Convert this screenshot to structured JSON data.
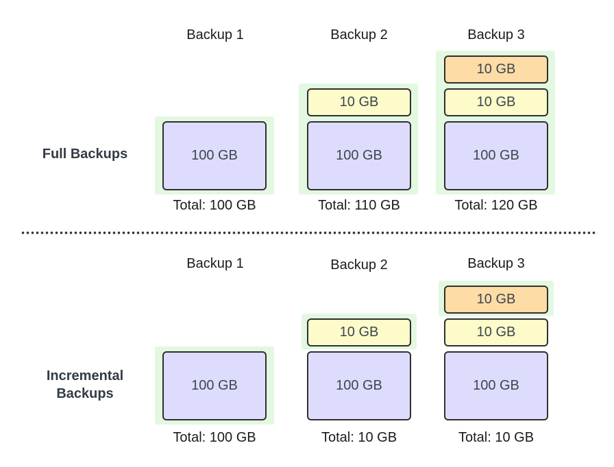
{
  "sections": {
    "full": {
      "label": "Full Backups",
      "backups": [
        {
          "title": "Backup 1",
          "blocks": [
            "100 GB"
          ],
          "total": "Total: 100 GB"
        },
        {
          "title": "Backup 2",
          "blocks": [
            "10 GB",
            "100 GB"
          ],
          "total": "Total: 110 GB"
        },
        {
          "title": "Backup 3",
          "blocks": [
            "10 GB",
            "10 GB",
            "100 GB"
          ],
          "total": "Total: 120 GB"
        }
      ]
    },
    "incremental": {
      "label_line1": "Incremental",
      "label_line2": "Backups",
      "backups": [
        {
          "title": "Backup 1",
          "blocks": [
            "100 GB"
          ],
          "total": "Total: 100 GB"
        },
        {
          "title": "Backup 2",
          "blocks": [
            "10 GB",
            "100 GB"
          ],
          "total": "Total: 10 GB"
        },
        {
          "title": "Backup 3",
          "blocks": [
            "10 GB",
            "10 GB",
            "100 GB"
          ],
          "total": "Total: 10 GB"
        }
      ]
    }
  },
  "colors": {
    "base_block": "#dedcfc",
    "increment_block": "#fdfbc9",
    "newest_increment_block": "#fedca6",
    "stored_highlight": "#e3f8e0"
  }
}
